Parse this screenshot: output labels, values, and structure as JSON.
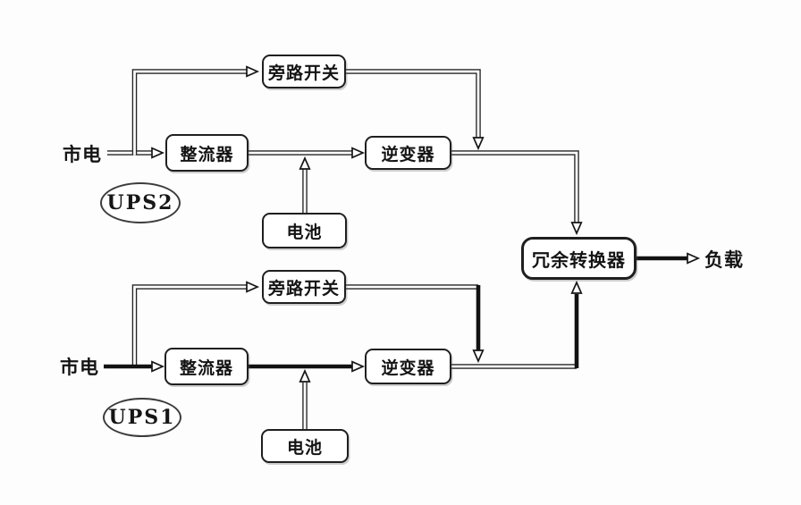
{
  "colors": {
    "ink": "#1f1f1f",
    "background": "#fdfdfd"
  },
  "labels": {
    "ups2": {
      "source": "市电",
      "bypass_switch": "旁路开关",
      "rectifier": "整流器",
      "inverter": "逆变器",
      "battery": "电池",
      "unit": "UPS2"
    },
    "ups1": {
      "source": "市电",
      "bypass_switch": "旁路开关",
      "rectifier": "整流器",
      "inverter": "逆变器",
      "battery": "电池",
      "unit": "UPS1"
    },
    "redundancy_converter": "冗余转换器",
    "load": "负载"
  },
  "edges": [
    {
      "from": "ups2.source",
      "to": "ups2.rectifier",
      "style": "double-hollow",
      "arrow": "hollow"
    },
    {
      "from": "ups2.source",
      "to": "ups2.bypass_switch",
      "style": "double-hollow",
      "arrow": "hollow"
    },
    {
      "from": "ups2.rectifier",
      "to": "ups2.inverter",
      "style": "double-hollow",
      "arrow": "hollow"
    },
    {
      "from": "ups2.battery",
      "to": "ups2.rectifier-inverter-line",
      "style": "double-hollow",
      "arrow": "hollow"
    },
    {
      "from": "ups2.bypass_switch",
      "to": "ups2.inverter-output-line",
      "style": "double-hollow",
      "arrow": "hollow"
    },
    {
      "from": "ups2.inverter",
      "to": "redundancy_converter",
      "style": "double-hollow",
      "arrow": "hollow"
    },
    {
      "from": "ups1.source",
      "to": "ups1.rectifier",
      "style": "thick-solid",
      "arrow": "hollow"
    },
    {
      "from": "ups1.source",
      "to": "ups1.bypass_switch",
      "style": "double-hollow",
      "arrow": "hollow"
    },
    {
      "from": "ups1.rectifier",
      "to": "ups1.inverter",
      "style": "thick-solid",
      "arrow": "hollow"
    },
    {
      "from": "ups1.battery",
      "to": "ups1.rectifier-inverter-line",
      "style": "double-hollow",
      "arrow": "hollow"
    },
    {
      "from": "ups1.bypass_switch",
      "to": "ups1.inverter-output-line",
      "style": "thick-solid",
      "arrow": "hollow"
    },
    {
      "from": "ups1.inverter",
      "to": "redundancy_converter",
      "style": "thick-solid",
      "arrow": "hollow"
    },
    {
      "from": "redundancy_converter",
      "to": "load",
      "style": "thick-solid",
      "arrow": "hollow"
    }
  ]
}
